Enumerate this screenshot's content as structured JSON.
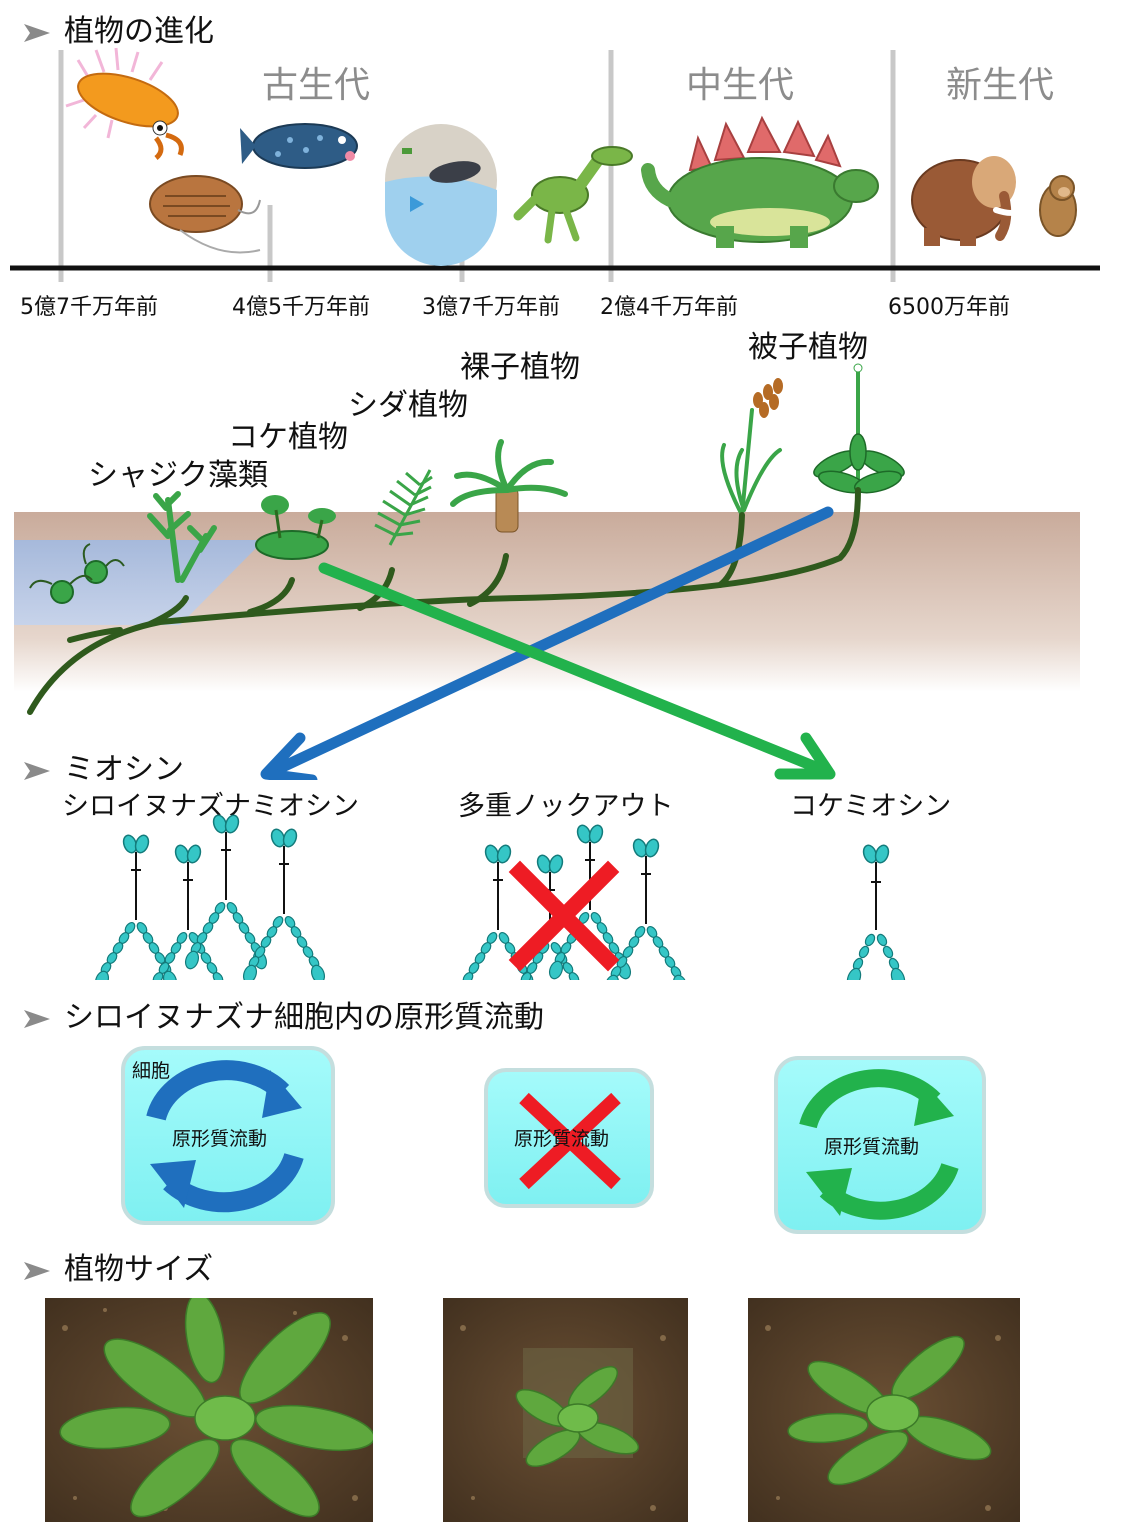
{
  "sections": {
    "evolution": "植物の進化",
    "myosin": "ミオシン",
    "streaming": "シロイヌナズナ細胞内の原形質流動",
    "size": "植物サイズ"
  },
  "eras": [
    "古生代",
    "中生代",
    "新生代"
  ],
  "dates": [
    "5億7千万年前",
    "4億5千万年前",
    "3億7千万年前",
    "2億4千万年前",
    "6500万年前"
  ],
  "plant_groups": [
    "シャジク藻類",
    "コケ植物",
    "シダ植物",
    "裸子植物",
    "被子植物"
  ],
  "myosin_types": [
    "シロイヌナズナミオシン",
    "多重ノックアウト",
    "コケミオシン"
  ],
  "cell_labels": {
    "cell": "細胞",
    "streaming": "原形質流動"
  },
  "colors": {
    "blue_arrow": "#1f6fbe",
    "green_arrow": "#22b24c",
    "cell_fill": "#8ef6f7",
    "cross": "#ee1c24",
    "myosin": "#35c6c6",
    "stem": "#2f5a1d",
    "soil": "#c9ab9b",
    "water": "#a6b9db"
  },
  "icons": [
    "trilobite-icon",
    "anomalocaris-icon",
    "coelacanth-icon",
    "fish-icon",
    "dinosaur-icon",
    "stegosaurus-icon",
    "mammoth-icon",
    "primate-icon",
    "fern-icon",
    "cycad-icon",
    "moss-icon",
    "grass-icon",
    "flower-icon"
  ]
}
